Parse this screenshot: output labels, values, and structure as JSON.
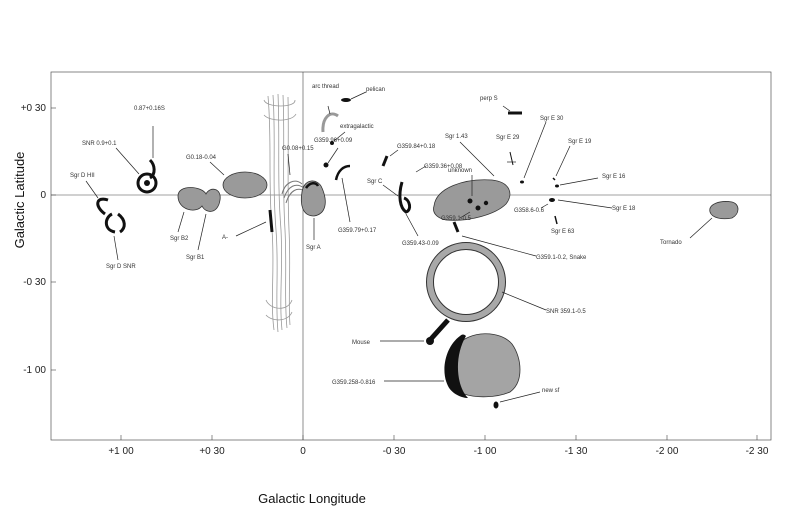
{
  "axes": {
    "x_title": "Galactic Longitude",
    "y_title": "Galactic Latitude",
    "x_ticks": [
      "+1 00",
      "+0 30",
      "0",
      "-0 30",
      "-1 00",
      "-1 30",
      "-2 00",
      "-2 30"
    ],
    "y_ticks": [
      "+0 30",
      "0",
      "-0 30",
      "-1 00"
    ]
  },
  "labels": {
    "arc_thread": "arc thread",
    "pelican": "pelican",
    "perp_s": "perp S",
    "g0p_top": "0.87+0.16S",
    "snr0p9": "SNR 0.9+0.1",
    "sgrd_hii": "Sgr D HII",
    "sgrd_snr": "Sgr D SNR",
    "g0p18": "G0.18-0.04",
    "g0p08": "G0.08+0.15",
    "g359p96": "G359.96+0.09",
    "extragalactic": "extragalactic",
    "g359p84": "G359.84+0.18",
    "sgrc": "Sgr C",
    "g359p79": "G359.79+0.17",
    "sgr1p43": "Sgr 1.43",
    "unknown": "unknown",
    "g359p36": "G359.36+0.08",
    "g359p1": "G359.1-0.5",
    "g359p43": "G359.43-0.09",
    "sgre29": "Sgr E 29",
    "sgre30": "Sgr E 30",
    "sgre19": "Sgr E 19",
    "sgre16": "Sgr E 16",
    "sgre18": "Sgr E 18",
    "sgre63": "Sgr E 63",
    "g358p": "G358.6-0.6",
    "g359_snake": "G359.1-0.2, Snake",
    "sgrb2": "Sgr B2",
    "sgrb1": "Sgr B1",
    "a_minus": "A-",
    "sgra": "Sgr A",
    "tornado": "Tornado",
    "snr359": "SNR 359.1-0.5",
    "mouse": "Mouse",
    "g359_lower": "G359.258-0.816",
    "new_sf": "new sf"
  }
}
